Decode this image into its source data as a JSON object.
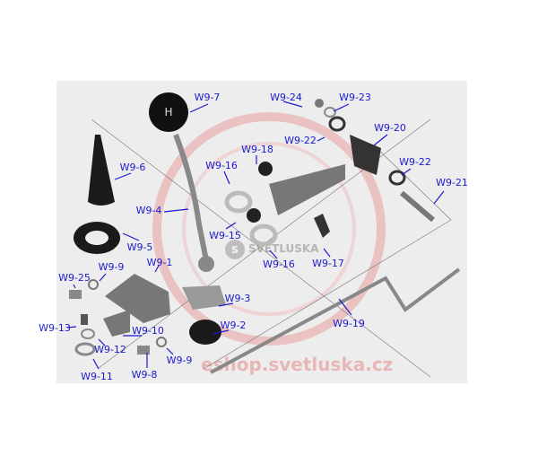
{
  "diagram": {
    "watermark_text": "eshop.svetluska.cz",
    "logo_text": "SVETLUSKA",
    "logo_letter": "S",
    "label_color": "#1a1ad0",
    "watermark_color": "#e8a0a0",
    "labels": [
      "W9-7",
      "W9-24",
      "W9-23",
      "W9-20",
      "W9-22",
      "W9-18",
      "W9-16",
      "W9-6",
      "W9-22",
      "W9-21",
      "W9-4",
      "W9-15",
      "W9-5",
      "W9-16",
      "W9-17",
      "W9-1",
      "W9-9",
      "W9-25",
      "W9-3",
      "W9-19",
      "W9-2",
      "W9-13",
      "W9-10",
      "W9-12",
      "W9-9",
      "W9-11",
      "W9-8"
    ],
    "knob_symbol": "H"
  }
}
